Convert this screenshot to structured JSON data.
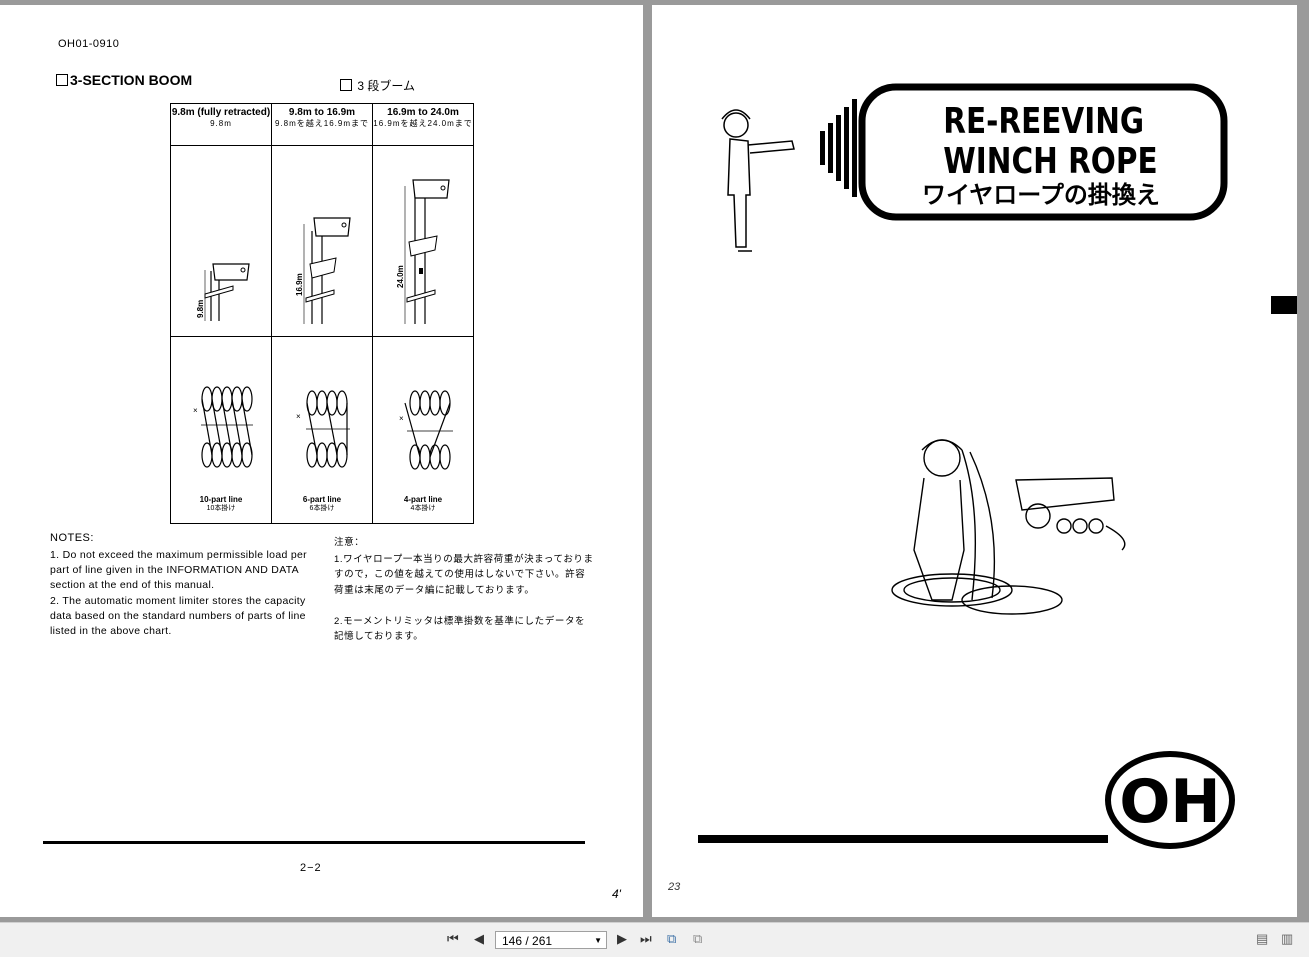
{
  "left_page": {
    "doc_code": "OH01-0910",
    "section_title": "3-SECTION BOOM",
    "section_title_jp": "3 段ブーム",
    "table": {
      "headers": [
        {
          "en": "9.8m (fully retracted)",
          "jp": "9.8m"
        },
        {
          "en": "9.8m to 16.9m",
          "jp": "9.8mを越え16.9mまで"
        },
        {
          "en": "16.9m to 24.0m",
          "jp": "16.9mを越え24.0mまで"
        }
      ],
      "boom_labels": [
        "9.8m",
        "16.9m",
        "24.0m"
      ],
      "reeving": [
        {
          "en": "10-part line",
          "jp": "10本掛け"
        },
        {
          "en": "6-part line",
          "jp": "6本掛け"
        },
        {
          "en": "4-part line",
          "jp": "4本掛け"
        }
      ],
      "x_mark": "×"
    },
    "notes_heading": "NOTES:",
    "notes": [
      "1. Do not exceed the maximum permissible load per part of line given in the INFORMATION AND DATA section at the end of this manual.",
      "2. The automatic moment limiter stores the capacity data based on the standard numbers of parts of line listed in the above chart."
    ],
    "notes_jp_heading": "注意：",
    "notes_jp": [
      "1.ワイヤロープ一本当りの最大許容荷重が決まっておりますので，この値を越えての使用はしないで下さい。許容荷重は末尾のデータ編に記載しております。",
      "2.モーメントリミッタは標準掛数を基準にしたデータを記憶しております。"
    ],
    "page_number": "2−2",
    "handwritten": "4'"
  },
  "right_page": {
    "title_line1": "RE-REEVING",
    "title_line2": "WINCH ROPE",
    "title_jp": "ワイヤロープの掛換え",
    "badge": "OH",
    "handwritten": "23"
  },
  "toolbar": {
    "first_icon": "first-page-icon",
    "prev_icon": "prev-page-icon",
    "page_indicator": "146 / 261",
    "next_icon": "next-page-icon",
    "last_icon": "last-page-icon"
  },
  "colors": {
    "ink": "#000000",
    "toolbar_bg": "#f0f0f0",
    "viewer_bg": "#9a9a9a"
  }
}
